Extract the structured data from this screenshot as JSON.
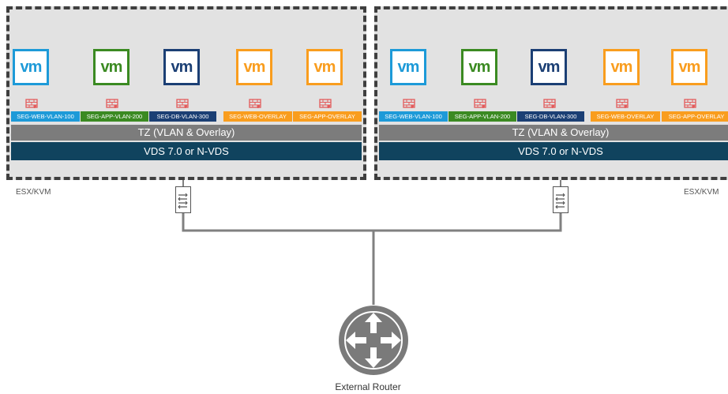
{
  "hosts": [
    {
      "label": "ESX/KVM",
      "vms": [
        {
          "label": "vm",
          "color": "#1d9ad8"
        },
        {
          "label": "vm",
          "color": "#3b8a22"
        },
        {
          "label": "vm",
          "color": "#1b3f74"
        },
        {
          "label": "vm",
          "color": "#f99d1e"
        },
        {
          "label": "vm",
          "color": "#f99d1e"
        }
      ],
      "segments": [
        {
          "label": "SEG-WEB-VLAN-100",
          "color": "#1d9ad8"
        },
        {
          "label": "SEG-APP-VLAN-200",
          "color": "#3b8a22"
        },
        {
          "label": "SEG-DB-VLAN-300",
          "color": "#1b3f74"
        },
        {
          "label": "SEG-WEB-OVERLAY",
          "color": "#f99d1e"
        },
        {
          "label": "SEG-APP-OVERLAY",
          "color": "#f99d1e"
        }
      ],
      "tz": "TZ (VLAN & Overlay)",
      "vds": "VDS 7.0  or N-VDS"
    },
    {
      "label": "ESX/KVM",
      "vms": [
        {
          "label": "vm",
          "color": "#1d9ad8"
        },
        {
          "label": "vm",
          "color": "#3b8a22"
        },
        {
          "label": "vm",
          "color": "#1b3f74"
        },
        {
          "label": "vm",
          "color": "#f99d1e"
        },
        {
          "label": "vm",
          "color": "#f99d1e"
        }
      ],
      "segments": [
        {
          "label": "SEG-WEB-VLAN-100",
          "color": "#1d9ad8"
        },
        {
          "label": "SEG-APP-VLAN-200",
          "color": "#3b8a22"
        },
        {
          "label": "SEG-DB-VLAN-300",
          "color": "#1b3f74"
        },
        {
          "label": "SEG-WEB-OVERLAY",
          "color": "#f99d1e"
        },
        {
          "label": "SEG-APP-OVERLAY",
          "color": "#f99d1e"
        }
      ],
      "tz": "TZ (VLAN & Overlay)",
      "vds": "VDS 7.0 or N-VDS"
    }
  ],
  "router": {
    "label": "External Router"
  },
  "colors": {
    "link": "#808080",
    "router": "#7a7a7a",
    "firewall": "#e35a5a"
  }
}
